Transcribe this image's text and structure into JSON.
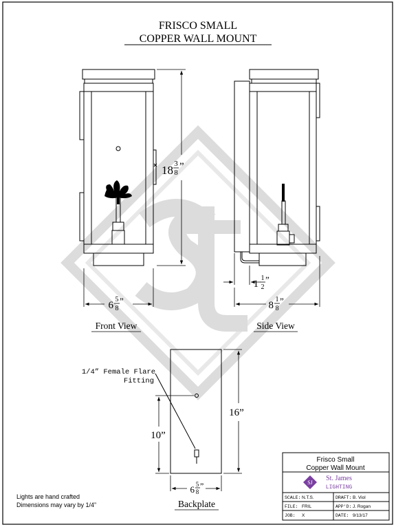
{
  "title": {
    "line1": "FRISCO SMALL",
    "line2": "COPPER WALL MOUNT"
  },
  "views": {
    "front": {
      "label": "Front View",
      "height_whole": "18",
      "height_num": "3",
      "height_den": "8",
      "width_whole": "6",
      "width_num": "5",
      "width_den": "8"
    },
    "side": {
      "label": "Side View",
      "offset_whole": "1",
      "offset_num": "1",
      "offset_den": "2",
      "depth_whole": "8",
      "depth_num": "1",
      "depth_den": "8"
    },
    "backplate": {
      "label": "Backplate",
      "fitting_line1": "1/4” Female Flare",
      "fitting_line2": "Fitting",
      "height": "16”",
      "fitting_height": "10”",
      "width_whole": "6",
      "width_num": "5",
      "width_den": "8"
    }
  },
  "notes": {
    "line1": "Lights are hand crafted",
    "line2": "Dimensions may vary by 1/4”"
  },
  "title_block": {
    "name_line1": "Frisco Small",
    "name_line2": "Copper Wall Mount",
    "logo_letters": "SJ",
    "company_line1": "St. James",
    "company_line2": "LIGHTING",
    "scale_label": "SCALE:",
    "scale_value": "N.T.S.",
    "draft_label": "DRAFT:",
    "draft_value": "B. Viol",
    "file_label": "FILE:",
    "file_value": "FRIL",
    "appd_label": "APP'D:",
    "appd_value": "J. Rogan",
    "job_label": "JOB:",
    "job_value": "X",
    "date_label": "DATE:",
    "date_value": "9/13/17"
  },
  "colors": {
    "line": "#000000",
    "watermark": "#d9d9d9",
    "logo": "#7a3fa0"
  }
}
